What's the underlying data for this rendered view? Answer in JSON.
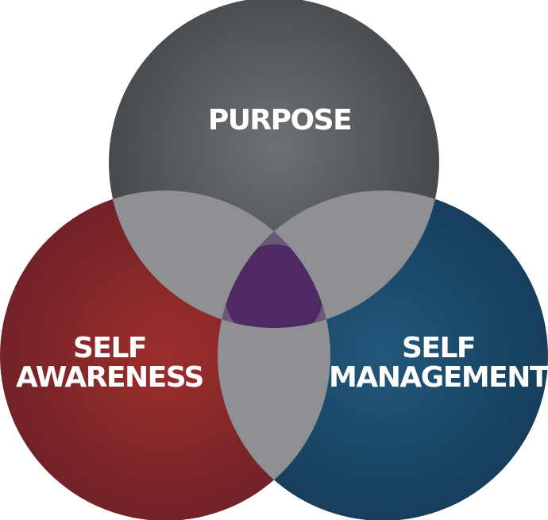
{
  "diagram": {
    "circles": [
      {
        "id": "purpose",
        "label_lines": [
          "PURPOSE"
        ],
        "color": "#5b5e61"
      },
      {
        "id": "self-awareness",
        "label_lines": [
          "SELF",
          "AWARENESS"
        ],
        "color": "#862a2b"
      },
      {
        "id": "self-management",
        "label_lines": [
          "SELF",
          "MANAGEMENT"
        ],
        "color": "#1a4d6e"
      }
    ],
    "overlap_color": "#8f9093",
    "center_color": "#4f2a62"
  }
}
